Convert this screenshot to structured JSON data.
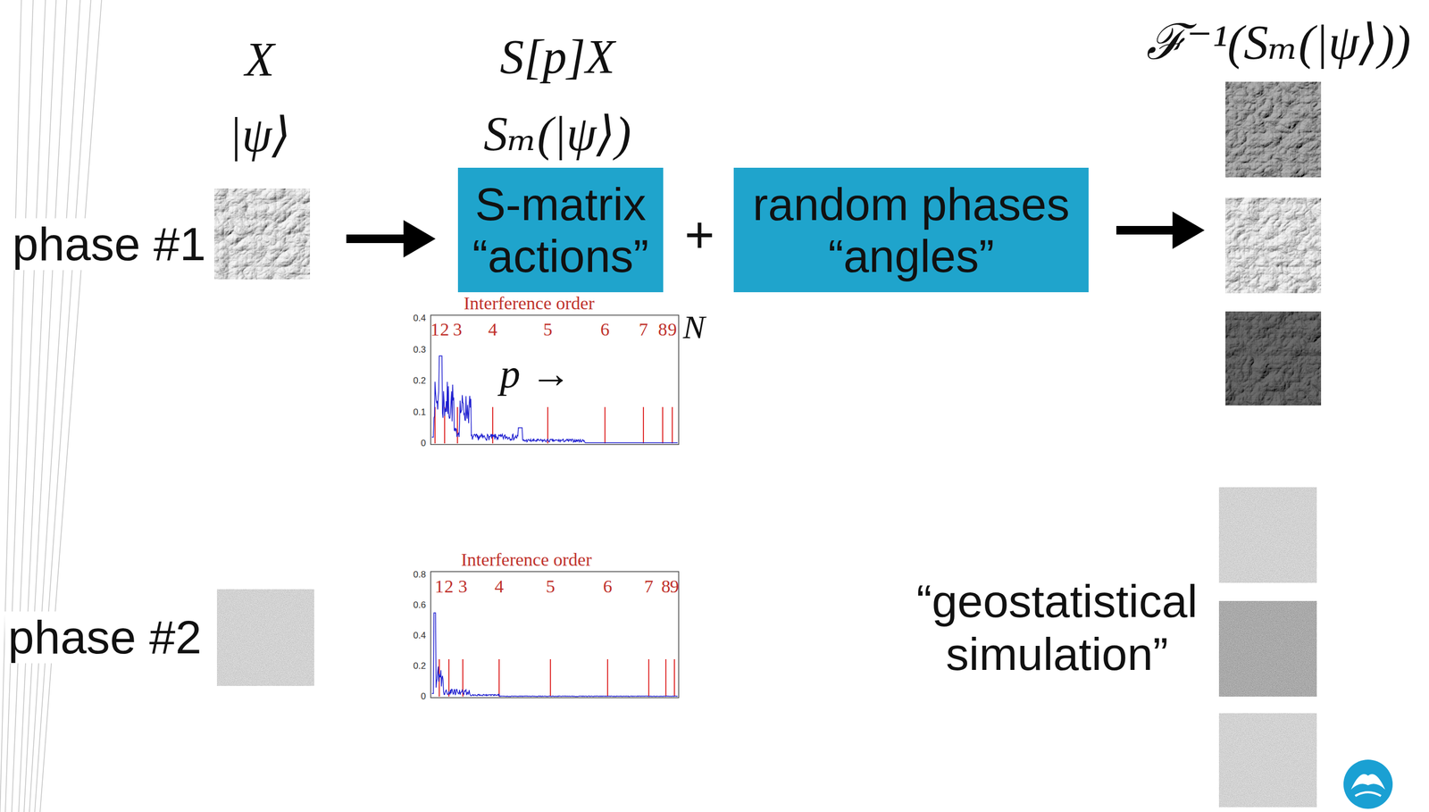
{
  "diagram": {
    "nodes": [
      {
        "text": [
          "S-matrix “actions”"
        ]
      },
      {
        "text": [
          "random phases “angles”"
        ]
      }
    ],
    "labels": [
      "X",
      "|ψ⟩",
      "phase #1",
      "S[p]X",
      "Sₘ(|ψ⟩)",
      "+",
      "ℱ⁻¹(Sₘ(|ψ⟩))",
      "Interference order",
      "0.4",
      "0.3",
      "0.2",
      "0.1",
      "0",
      "1",
      "2",
      "3",
      "4",
      "5",
      "6",
      "7",
      "8",
      "9",
      "N",
      "p →",
      "phase #2",
      "Interference order",
      "0.8",
      "0.6",
      "0.4",
      "0.2",
      "0",
      "1",
      "2",
      "3",
      "4",
      "5",
      "6",
      "7",
      "8",
      "9",
      "“geostatistical simulation”"
    ]
  }
}
